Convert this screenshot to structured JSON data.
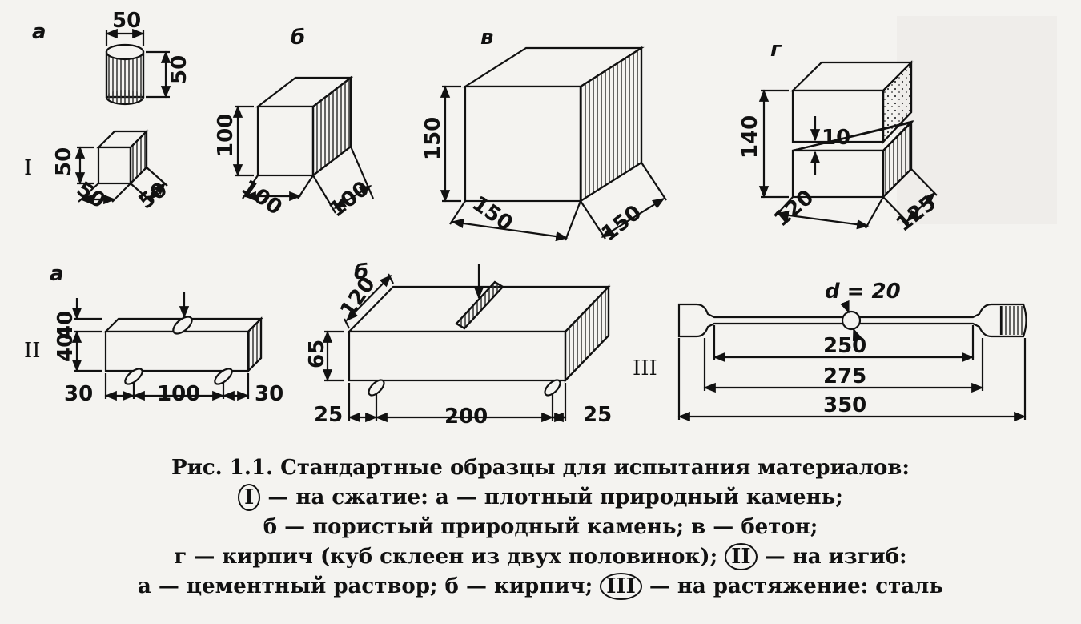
{
  "figure": {
    "panel_I": {
      "roman": "I",
      "a": {
        "letter": "а",
        "cyl_diameter": "50",
        "cyl_height": "50",
        "cube_h": "50",
        "cube_w": "50",
        "cube_d": "50"
      },
      "b": {
        "letter": "б",
        "h": "100",
        "w": "100",
        "d": "100"
      },
      "v": {
        "letter": "в",
        "h": "150",
        "w": "150",
        "d": "150"
      },
      "g": {
        "letter": "г",
        "h": "140",
        "joint": "10",
        "w": "120",
        "d": "125"
      }
    },
    "panel_II": {
      "roman": "II",
      "a": {
        "letter": "а",
        "h1": "40",
        "h2": "40",
        "left": "30",
        "span": "100",
        "right": "30"
      },
      "b": {
        "letter": "б",
        "depth": "120",
        "h": "65",
        "left": "25",
        "span": "200",
        "right": "25"
      }
    },
    "panel_III": {
      "roman": "III",
      "d": "d = 20",
      "l1": "250",
      "l2": "275",
      "l3": "350"
    }
  },
  "caption": {
    "line1": "Рис. 1.1. Стандартные образцы для испытания материалов:",
    "line2_marker": "I",
    "line2_text": "— на сжатие: а — плотный природный камень;",
    "line3": "б — пористый природный камень; в — бетон;",
    "line4_text": "г — кирпич (куб склеен из двух половинок);",
    "line4_marker": "II",
    "line4_tail": "— на изгиб:",
    "line5_text": "а — цементный раствор; б — кирпич;",
    "line5_marker": "III",
    "line5_tail": "— на растяжение: сталь"
  }
}
